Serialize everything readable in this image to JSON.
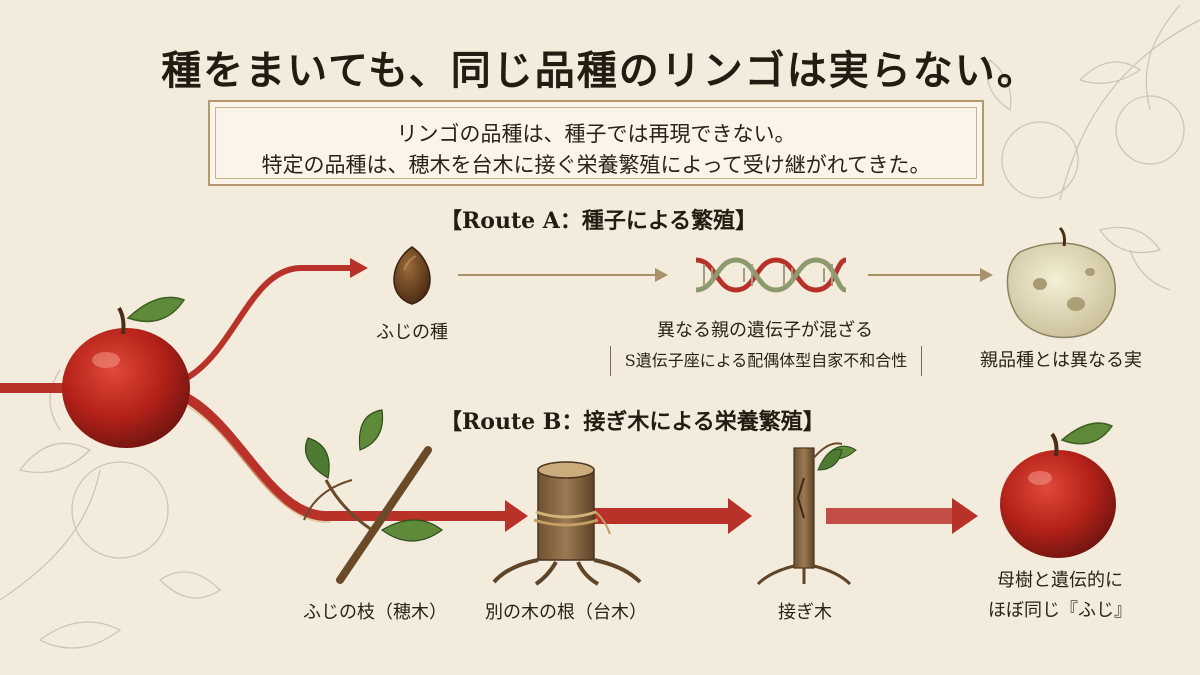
{
  "title": "種をまいても、同じ品種のリンゴは実らない。",
  "subtitle": {
    "line1": "リンゴの品種は、種子では再現できない。",
    "line2": "特定の品種は、穂木を台木に接ぐ栄養繁殖によって受け継がれてきた。"
  },
  "route_a": {
    "title": "【Route A：種子による繁殖】",
    "steps": {
      "seed": "ふじの種",
      "genes": "異なる親の遺伝子が混ざる",
      "note": "S遺伝子座による配偶体型自家不和合性",
      "result": "親品種とは異なる実"
    }
  },
  "route_b": {
    "title": "【Route B：接ぎ木による栄養繁殖】",
    "steps": {
      "scion": "ふじの枝（穂木）",
      "rootstock": "別の木の根（台木）",
      "grafted": "接ぎ木",
      "result_line1": "母樹と遺伝的に",
      "result_line2": "ほぼ同じ『ふじ』"
    }
  },
  "colors": {
    "accent_red": "#b8322a",
    "arrow_gold": "#a8926a",
    "frame": "#b39a6e",
    "background": "#f3ecdd"
  }
}
